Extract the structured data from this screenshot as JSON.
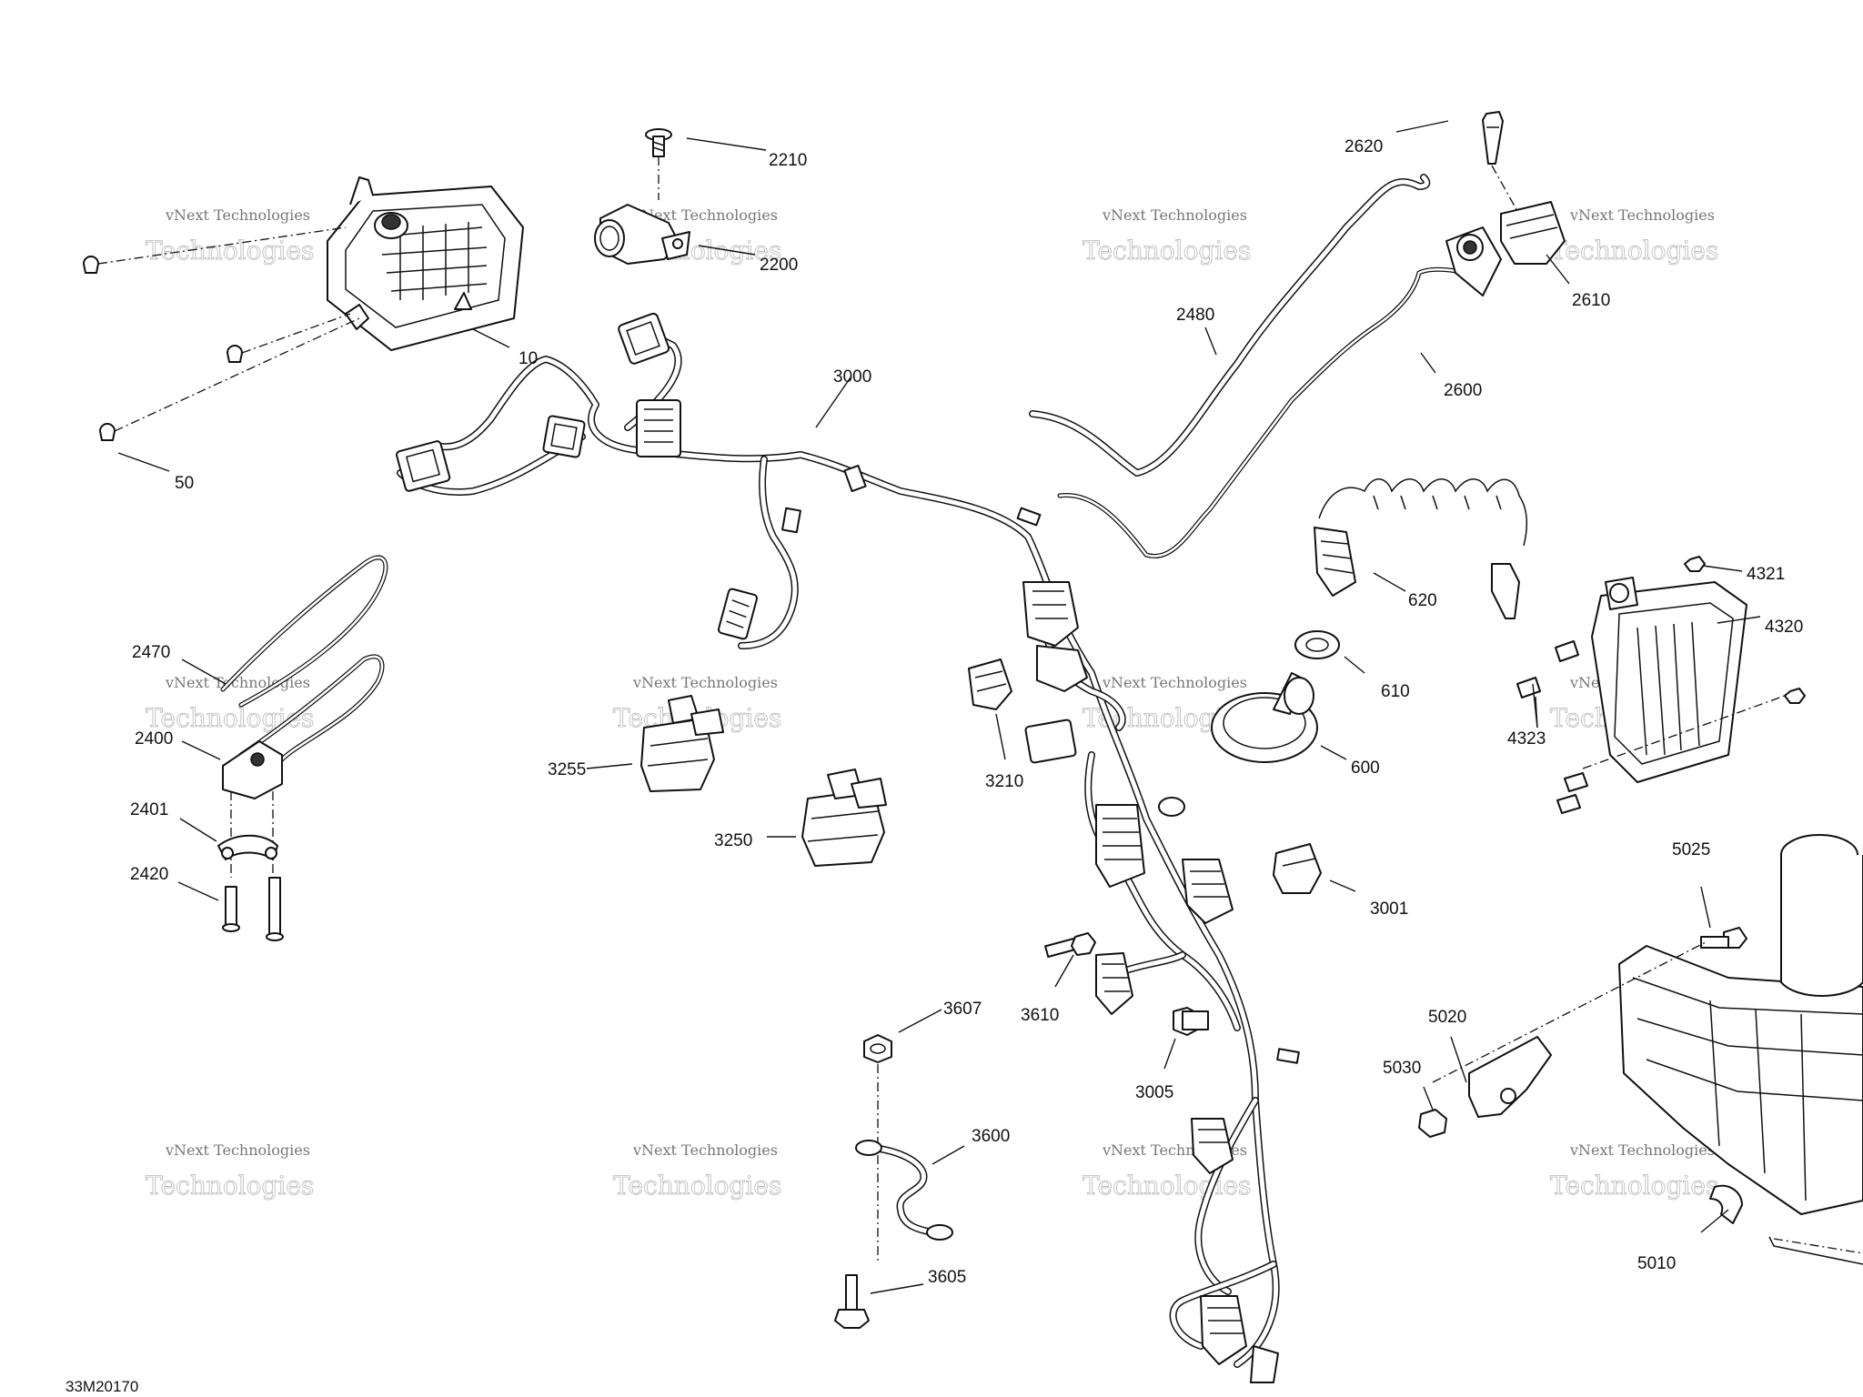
{
  "diagram_id": "33M20170",
  "watermark": {
    "line1": "vNext Technologies",
    "line2": "Technologies"
  },
  "callouts": {
    "c10": "10",
    "c50": "50",
    "c600": "600",
    "c610": "610",
    "c620": "620",
    "c2200": "2200",
    "c2210": "2210",
    "c2400": "2400",
    "c2401": "2401",
    "c2420": "2420",
    "c2470": "2470",
    "c2480": "2480",
    "c2600": "2600",
    "c2610": "2610",
    "c2620": "2620",
    "c3000": "3000",
    "c3001": "3001",
    "c3005": "3005",
    "c3210": "3210",
    "c3250": "3250",
    "c3255": "3255",
    "c3600": "3600",
    "c3605": "3605",
    "c3607": "3607",
    "c3610": "3610",
    "c4320": "4320",
    "c4321": "4321",
    "c4323": "4323",
    "c5010": "5010",
    "c5020": "5020",
    "c5025": "5025",
    "c5030": "5030"
  }
}
